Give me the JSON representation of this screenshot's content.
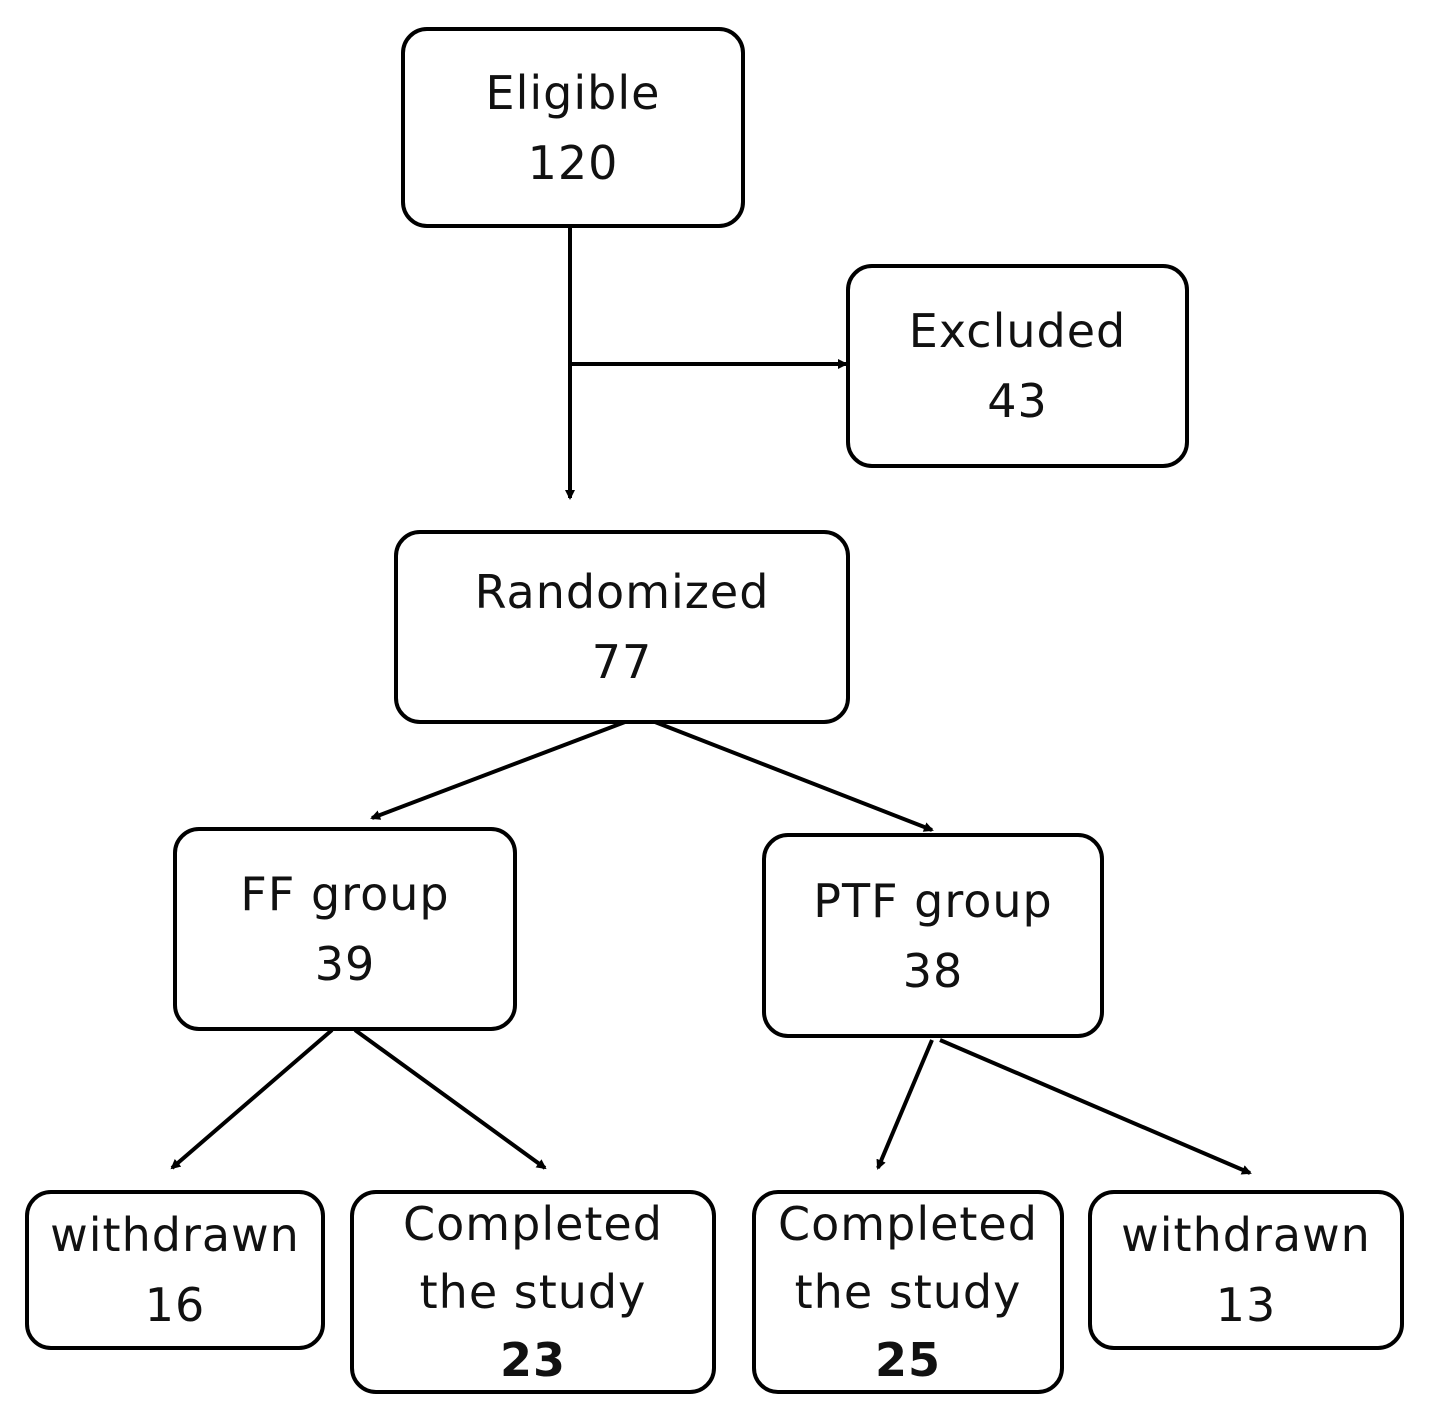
{
  "nodes": {
    "eligible": {
      "label": "Eligible",
      "count": "120"
    },
    "excluded": {
      "label": "Excluded",
      "count": "43"
    },
    "randomized": {
      "label": "Randomized",
      "count": "77"
    },
    "ff_group": {
      "label": "FF group",
      "count": "39"
    },
    "ptf_group": {
      "label": "PTF group",
      "count": "38"
    },
    "ff_withdrawn": {
      "label": "withdrawn",
      "count": "16"
    },
    "ff_completed": {
      "line1": "Completed",
      "line2": "the study",
      "count": "23"
    },
    "ptf_completed": {
      "line1": "Completed",
      "line2": "the study",
      "count": "25"
    },
    "ptf_withdrawn": {
      "label": "withdrawn",
      "count": "13"
    }
  },
  "colors": {
    "stroke": "#000000",
    "background": "#ffffff"
  }
}
